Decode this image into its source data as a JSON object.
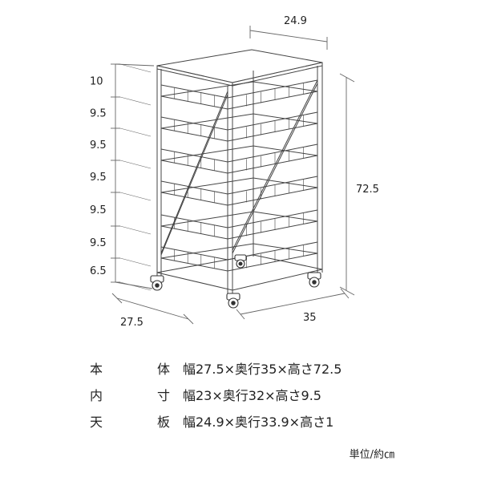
{
  "dimensions": {
    "top_width": "24.9",
    "height": "72.5",
    "width": "27.5",
    "depth": "35",
    "tiers": [
      "10",
      "9.5",
      "9.5",
      "9.5",
      "9.5",
      "9.5",
      "6.5"
    ]
  },
  "specs": [
    {
      "label_chars": [
        "本",
        "体"
      ],
      "value": "幅27.5×奥行35×高さ72.5"
    },
    {
      "label_chars": [
        "内",
        "寸"
      ],
      "value": "幅23×奥行32×高さ9.5"
    },
    {
      "label_chars": [
        "天",
        "板"
      ],
      "value": "幅24.9×奥行33.9×高さ1"
    }
  ],
  "unit": "単位/約㎝"
}
